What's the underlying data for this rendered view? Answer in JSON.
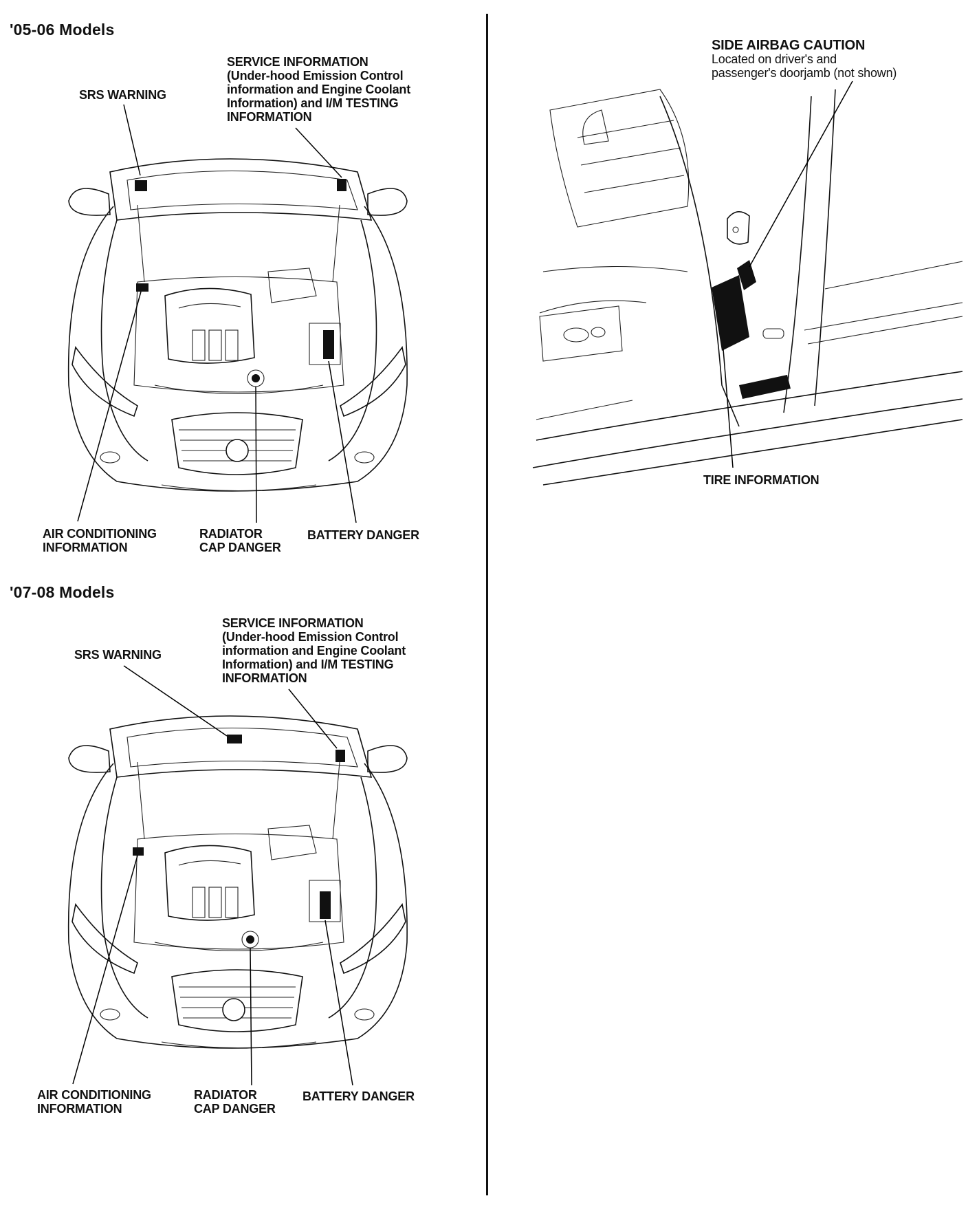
{
  "left_column": {
    "section_0506": {
      "title": "'05-06 Models",
      "labels": {
        "srs_warning": "SRS WARNING",
        "service_info_lines": [
          "SERVICE INFORMATION",
          "(Under-hood Emission Control",
          "information and Engine Coolant",
          "Information) and I/M TESTING",
          "INFORMATION"
        ],
        "air_conditioning_lines": [
          "AIR CONDITIONING",
          "INFORMATION"
        ],
        "radiator_cap_lines": [
          "RADIATOR",
          "CAP DANGER"
        ],
        "battery_danger": "BATTERY DANGER"
      }
    },
    "section_0708": {
      "title": "'07-08 Models",
      "labels": {
        "srs_warning": "SRS WARNING",
        "service_info_lines": [
          "SERVICE INFORMATION",
          "(Under-hood Emission Control",
          "information and Engine Coolant",
          "Information) and I/M TESTING",
          "INFORMATION"
        ],
        "air_conditioning_lines": [
          "AIR CONDITIONING",
          "INFORMATION"
        ],
        "radiator_cap_lines": [
          "RADIATOR",
          "CAP DANGER"
        ],
        "battery_danger": "BATTERY DANGER"
      }
    }
  },
  "right_column": {
    "side_airbag": {
      "title": "SIDE AIRBAG CAUTION",
      "note_lines": [
        "Located on driver's and",
        "passenger's doorjamb (not shown)"
      ]
    },
    "tire_information": "TIRE INFORMATION"
  }
}
